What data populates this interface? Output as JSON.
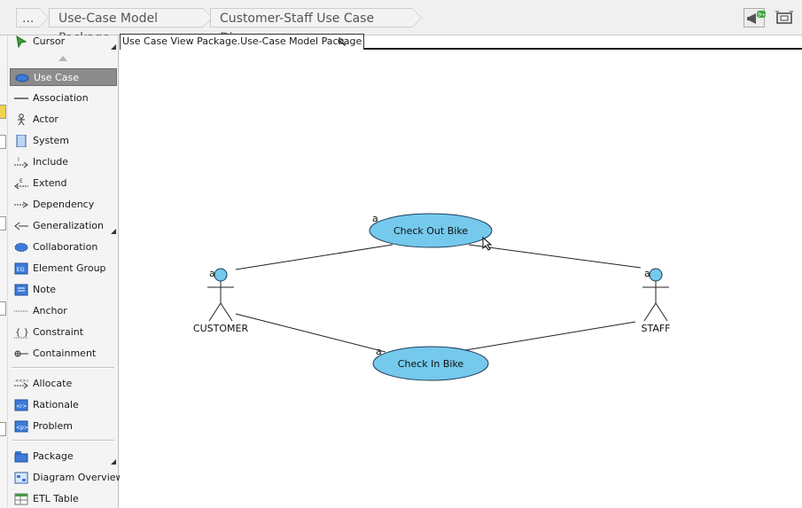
{
  "breadcrumb": {
    "items": [
      "...",
      "Use-Case Model Package",
      "Customer-Staff Use Case Diagram"
    ]
  },
  "toolbar": {
    "notification_badge": "9+",
    "icons": [
      "megaphone-icon",
      "fit-diagram-icon"
    ]
  },
  "palette": {
    "items": [
      {
        "label": "Cursor",
        "icon": "cursor-icon"
      },
      {
        "label": "Use Case",
        "icon": "use-case-icon",
        "selected": true
      },
      {
        "label": "Association",
        "icon": "association-icon"
      },
      {
        "label": "Actor",
        "icon": "actor-icon"
      },
      {
        "label": "System",
        "icon": "system-icon"
      },
      {
        "label": "Include",
        "icon": "include-icon"
      },
      {
        "label": "Extend",
        "icon": "extend-icon"
      },
      {
        "label": "Dependency",
        "icon": "dependency-icon"
      },
      {
        "label": "Generalization",
        "icon": "generalization-icon"
      },
      {
        "label": "Collaboration",
        "icon": "collaboration-icon"
      },
      {
        "label": "Element Group",
        "icon": "element-group-icon"
      },
      {
        "label": "Note",
        "icon": "note-icon"
      },
      {
        "label": "Anchor",
        "icon": "anchor-icon"
      },
      {
        "label": "Constraint",
        "icon": "constraint-icon"
      },
      {
        "label": "Containment",
        "icon": "containment-icon"
      },
      {
        "label": "Allocate",
        "icon": "allocate-icon"
      },
      {
        "label": "Rationale",
        "icon": "rationale-icon"
      },
      {
        "label": "Problem",
        "icon": "problem-icon"
      },
      {
        "label": "Package",
        "icon": "package-icon"
      },
      {
        "label": "Diagram Overview",
        "icon": "diagram-overview-icon"
      },
      {
        "label": "ETL Table",
        "icon": "etl-table-icon"
      }
    ]
  },
  "diagram": {
    "tab_label": "Use Case View Package.Use-Case Model Package",
    "use_cases": [
      {
        "name": "Check Out Bike",
        "marker": "a"
      },
      {
        "name": "Check In Bike",
        "marker": "a"
      }
    ],
    "actors": [
      {
        "name": "CUSTOMER",
        "marker": "a"
      },
      {
        "name": "STAFF",
        "marker": "a"
      }
    ],
    "colors": {
      "use_case_fill": "#74c9ec",
      "actor_head_fill": "#74c9ec",
      "selected_palette": "#8c8c8c",
      "badge": "#3aa33a"
    }
  }
}
